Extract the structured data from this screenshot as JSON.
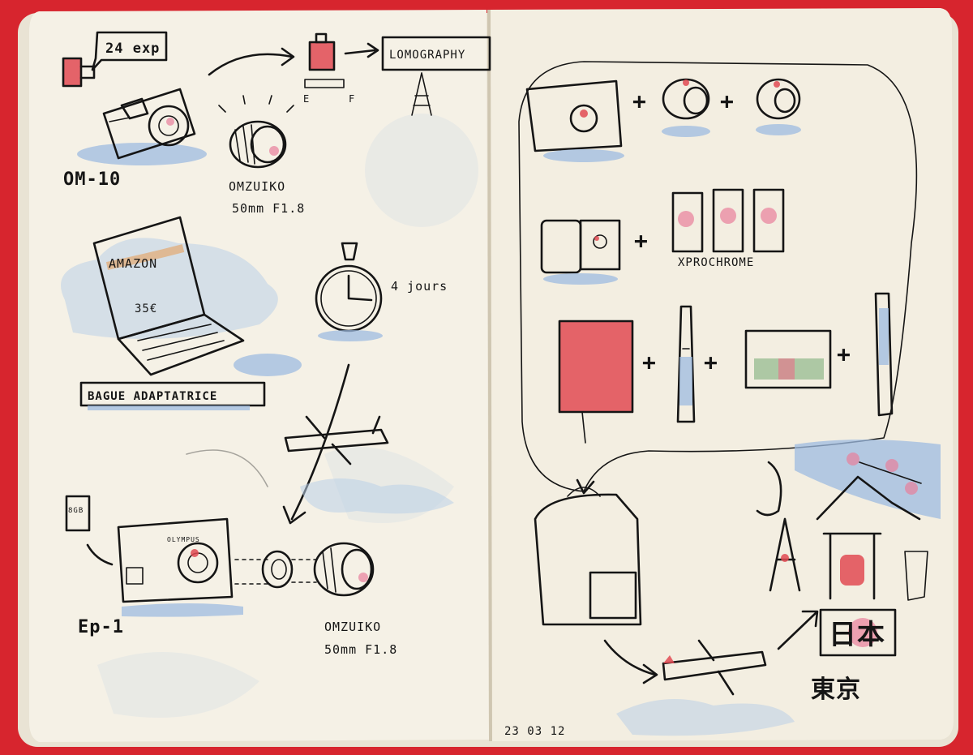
{
  "left_page": {
    "film_note": "24 exp",
    "brand_sign": "LOMOGRAPHY",
    "gauge_low": "E",
    "gauge_high": "F",
    "camera1_name": "OM-10",
    "lens1_name": "OMZUIKO",
    "lens1_spec": "50mm F1.8",
    "amazon_label": "AMAZON",
    "price": "35€",
    "adapter_label": "BAGUE ADAPTATRICE",
    "duration": "4 jours",
    "sd_card": "8GB",
    "camera2_brand": "OLYMPUS",
    "camera2_name": "Ep-1",
    "lens2_name": "OMZUIKO",
    "lens2_spec": "50mm F1.8"
  },
  "right_page": {
    "film_label": "XPROCHROME",
    "japan_sign": "日本",
    "city": "東京"
  },
  "footer": {
    "date": "23 03 12"
  },
  "palette": {
    "cover": "#d7252e",
    "paper": "#f4efe2",
    "ink": "#151515",
    "watercolor_blue": "#9dbbe0",
    "watercolor_red": "#e04a52"
  }
}
